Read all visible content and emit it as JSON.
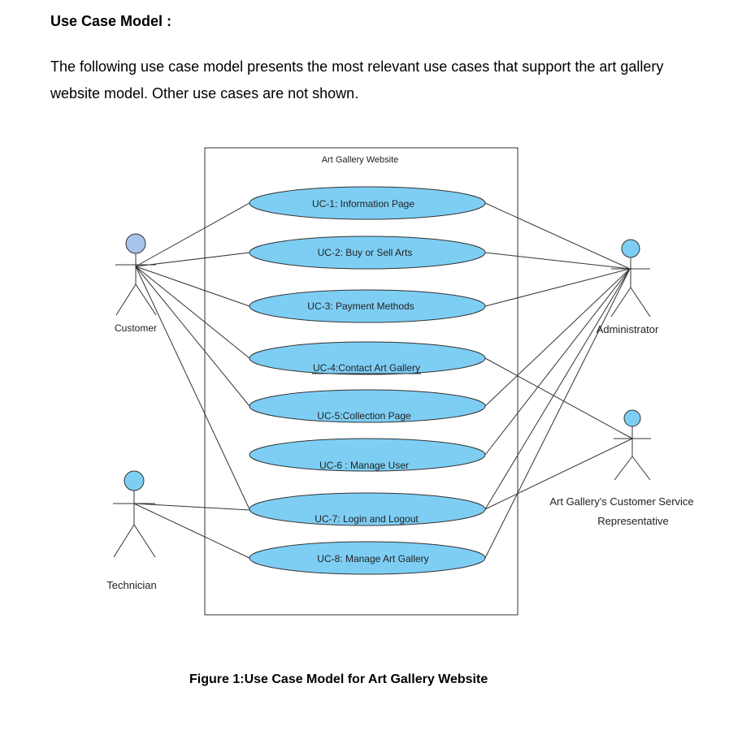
{
  "heading": "Use Case Model :",
  "intro": "The following use case model presents the most relevant use cases that support the art gallery website model. Other use cases are not shown.",
  "caption": "Figure 1:Use Case Model for Art Gallery Website",
  "diagram": {
    "system_name": "Art Gallery Website",
    "use_cases": [
      "UC-1: Information Page",
      "UC-2: Buy or Sell Arts",
      "UC-3: Payment Methods",
      "UC-4:Contact Art Gallery",
      "UC-5:Collection Page",
      "UC-6 : Manage User",
      "UC-7: Login and Logout",
      "UC-8: Manage Art Gallery"
    ],
    "actors": {
      "customer": "Customer",
      "technician": "Technician",
      "administrator": "Administrator",
      "service_rep_line1": "Art Gallery's Customer Service",
      "service_rep_line2": "Representative"
    },
    "colors": {
      "use_case_fill": "#7ecef4",
      "customer_head": "#a9c4ea",
      "actor_head": "#7ecef4",
      "line": "#333333"
    }
  }
}
